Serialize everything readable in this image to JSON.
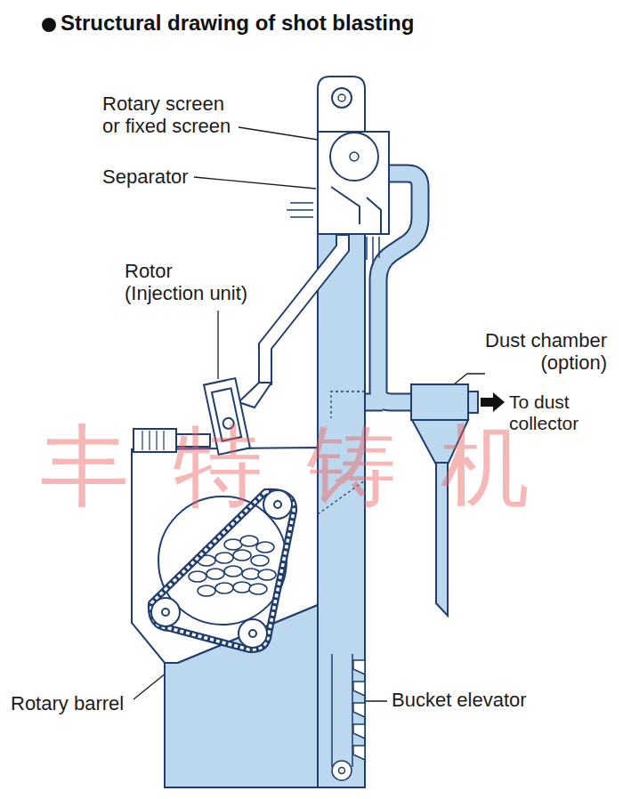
{
  "diagram": {
    "title": "Structural drawing of shot blasting",
    "labels": [
      "Rotary screen or fixed screen",
      "Separator",
      "Rotor (Injection unit)",
      "Dust chamber (option)",
      "To dust collector",
      "丰特铸机",
      "Rotary barrel",
      "Bucket elevator"
    ]
  }
}
